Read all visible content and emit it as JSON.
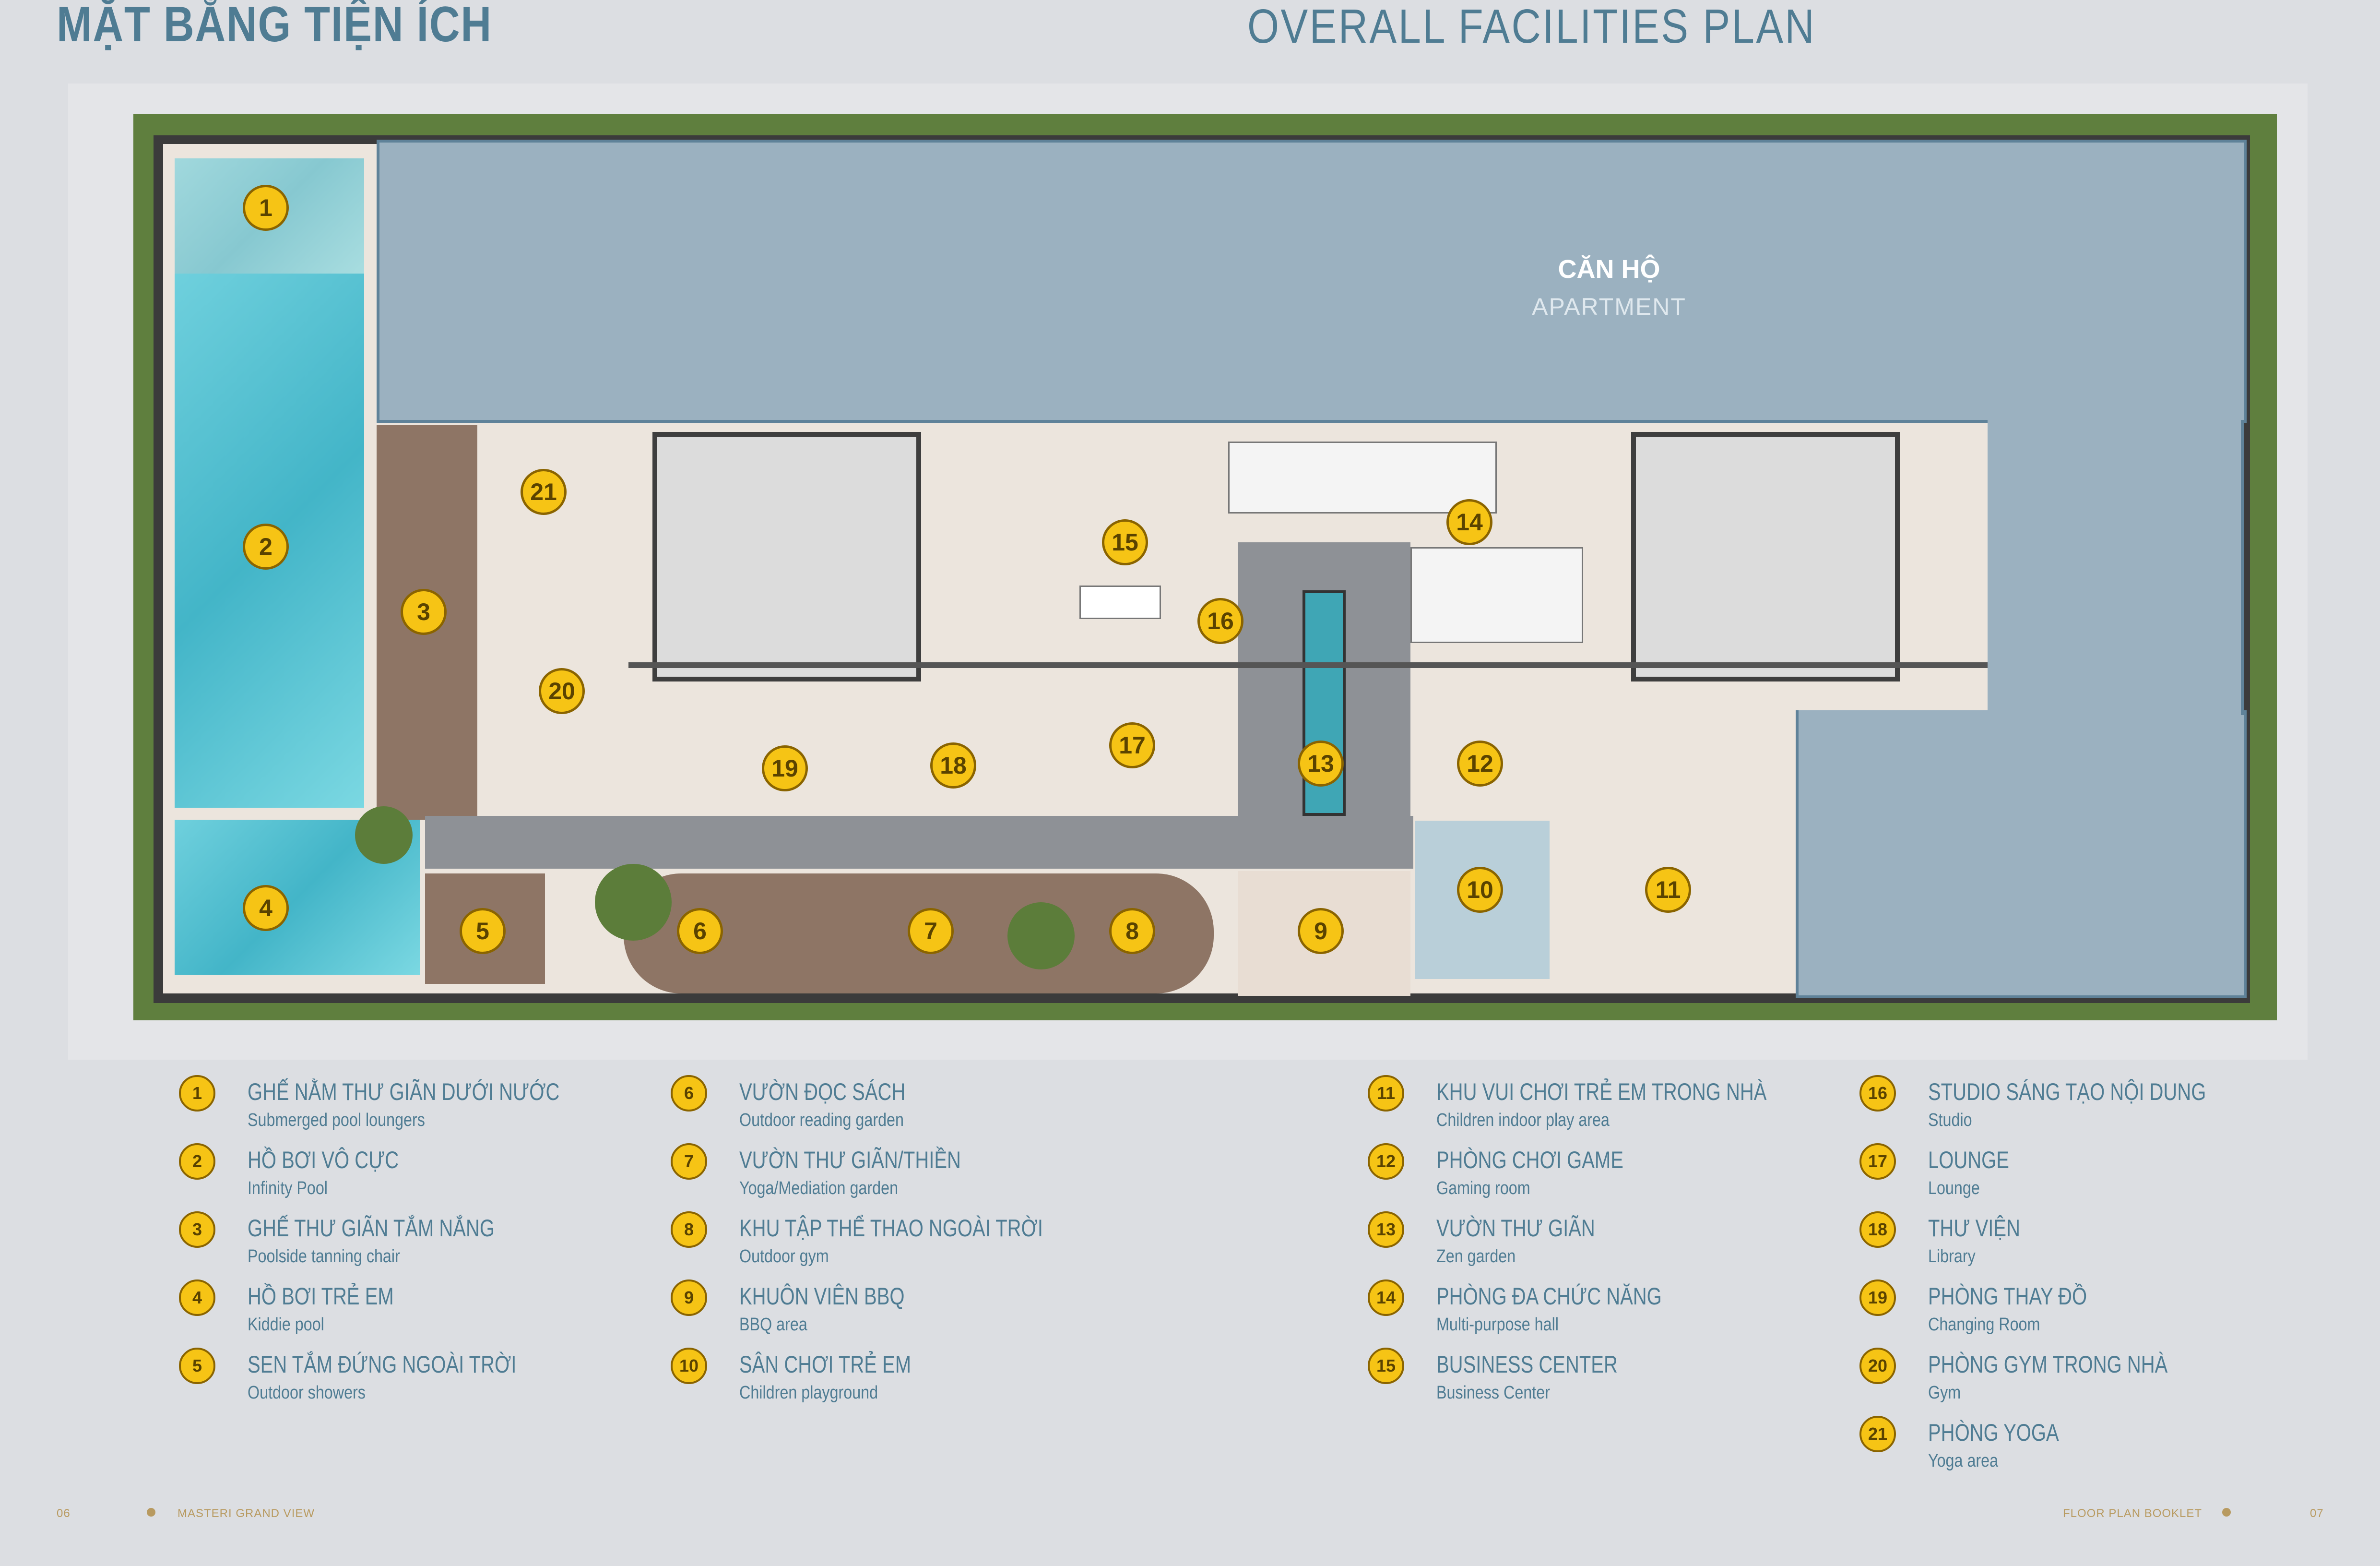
{
  "header": {
    "title_vn": "MẶT BẰNG TIỆN ÍCH",
    "title_en": "OVERALL FACILITIES PLAN"
  },
  "plan": {
    "apartment_vn": "CĂN HỘ",
    "apartment_en": "APARTMENT",
    "markers": [
      "1",
      "2",
      "3",
      "4",
      "5",
      "6",
      "7",
      "8",
      "9",
      "10",
      "11",
      "12",
      "13",
      "14",
      "15",
      "16",
      "17",
      "18",
      "19",
      "20",
      "21"
    ]
  },
  "legend": [
    {
      "n": "1",
      "vn": "GHẾ NẰM THƯ GIÃN DƯỚI NƯỚC",
      "en": "Submerged pool loungers"
    },
    {
      "n": "2",
      "vn": "HỒ BƠI VÔ CỰC",
      "en": "Infinity Pool"
    },
    {
      "n": "3",
      "vn": "GHẾ THƯ GIÃN TẮM NẮNG",
      "en": "Poolside tanning chair"
    },
    {
      "n": "4",
      "vn": "HỒ BƠI TRẺ EM",
      "en": "Kiddie pool"
    },
    {
      "n": "5",
      "vn": "SEN TẮM ĐỨNG NGOÀI TRỜI",
      "en": "Outdoor showers"
    },
    {
      "n": "6",
      "vn": "VƯỜN ĐỌC SÁCH",
      "en": "Outdoor reading garden"
    },
    {
      "n": "7",
      "vn": "VƯỜN THƯ GIÃN/THIỀN",
      "en": "Yoga/Mediation garden"
    },
    {
      "n": "8",
      "vn": "KHU TẬP THỂ THAO NGOÀI TRỜI",
      "en": "Outdoor gym"
    },
    {
      "n": "9",
      "vn": "KHUÔN VIÊN BBQ",
      "en": "BBQ area"
    },
    {
      "n": "10",
      "vn": "SÂN CHƠI TRẺ EM",
      "en": "Children playground"
    },
    {
      "n": "11",
      "vn": "KHU VUI CHƠI TRẺ EM TRONG NHÀ",
      "en": "Children indoor play area"
    },
    {
      "n": "12",
      "vn": "PHÒNG CHƠI GAME",
      "en": "Gaming room"
    },
    {
      "n": "13",
      "vn": "VƯỜN THƯ GIÃN",
      "en": "Zen garden"
    },
    {
      "n": "14",
      "vn": "PHÒNG ĐA CHỨC NĂNG",
      "en": "Multi-purpose hall"
    },
    {
      "n": "15",
      "vn": "BUSINESS CENTER",
      "en": "Business Center"
    },
    {
      "n": "16",
      "vn": "STUDIO SÁNG TẠO NỘI DUNG",
      "en": "Studio"
    },
    {
      "n": "17",
      "vn": "LOUNGE",
      "en": "Lounge"
    },
    {
      "n": "18",
      "vn": "THƯ VIỆN",
      "en": "Library"
    },
    {
      "n": "19",
      "vn": "PHÒNG THAY ĐỒ",
      "en": "Changing Room"
    },
    {
      "n": "20",
      "vn": "PHÒNG GYM TRONG NHÀ",
      "en": "Gym"
    },
    {
      "n": "21",
      "vn": "PHÒNG YOGA",
      "en": "Yoga area"
    }
  ],
  "footer": {
    "page_left": "06",
    "brand": "MASTERI GRAND VIEW",
    "booklet": "FLOOR PLAN BOOKLET",
    "page_right": "07"
  }
}
